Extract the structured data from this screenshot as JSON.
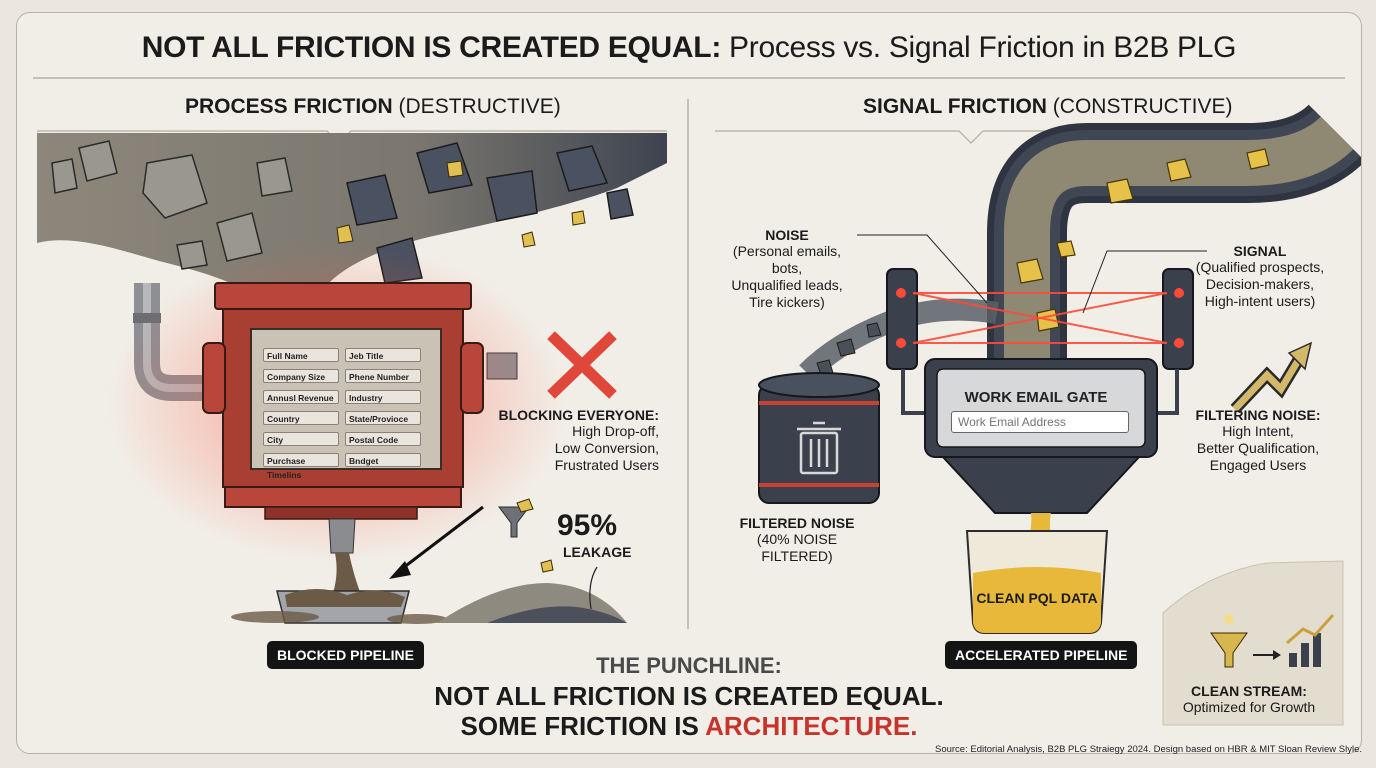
{
  "title": {
    "bold": "NOT ALL FRICTION IS CREATED EQUAL:",
    "light": " Process vs. Signal Friction in B2B PLG"
  },
  "left": {
    "heading_bold": "PROCESS FRICTION",
    "heading_light": " (DESTRUCTIVE)",
    "form_fields": [
      "Full Name",
      "Jeb Title",
      "Company Size",
      "Phene Number",
      "Annusl Revenue",
      "Industry",
      "Country",
      "State/Provioce",
      "City",
      "Postal Code",
      "Purchase Timelins",
      "Bndget"
    ],
    "blocking_title": "BLOCKING EVERYONE:",
    "blocking_lines": [
      "High Drop-off,",
      "Low Conversion,",
      "Frustrated Users"
    ],
    "leakage_value": "95%",
    "leakage_label": "LEAKAGE",
    "pipeline_tag": "BLOCKED PIPELINE"
  },
  "right": {
    "heading_bold": "SIGNAL FRICTION",
    "heading_light": " (CONSTRUCTIVE)",
    "noise_title": "NOISE",
    "noise_lines": [
      "(Personal emails, bots,",
      "Unqualified leads,",
      "Tire kickers)"
    ],
    "signal_title": "SIGNAL",
    "signal_lines": [
      "(Qualified prospects,",
      "Decision-makers,",
      "High-intent users)"
    ],
    "gate_title": "WORK EMAIL GATE",
    "gate_placeholder": "Work Email Address",
    "filtered_title": "FILTERED NOISE",
    "filtered_sub": "(40% NOISE FILTERED)",
    "filtering_title": "FILTERING NOISE:",
    "filtering_lines": [
      "High Intent,",
      "Better Qualification,",
      "Engaged Users"
    ],
    "beaker_label": "CLEAN PQL DATA",
    "pipeline_tag": "ACCELERATED PIPELINE",
    "clean_title": "CLEAN STREAM:",
    "clean_sub": "Optimized for Growth"
  },
  "punchline": {
    "line1": "THE PUNCHLINE:",
    "line2": "NOT ALL FRICTION IS CREATED EQUAL.",
    "line3_pre": "SOME FRICTION IS ",
    "line3_accent": "ARCHITECTURE.",
    "accent_color": "#c8332b"
  },
  "source": "Source: Editorial Analysis, B2B PLG Straiegy 2024. Design based on HBR & MIT Sloan Review Slyle."
}
